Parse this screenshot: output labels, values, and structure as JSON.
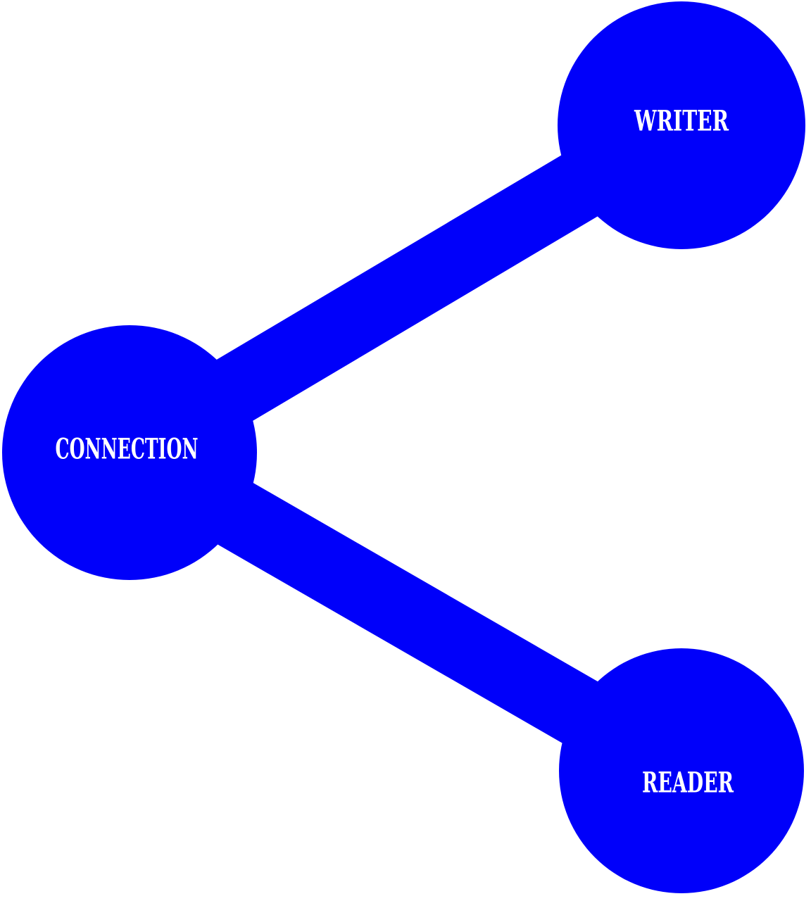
{
  "diagram": {
    "type": "network",
    "description": "Share-icon style diagram of three circular nodes connected by thick bars",
    "nodes": [
      {
        "id": "writer",
        "label": "WRITER"
      },
      {
        "id": "connection",
        "label": "CONNECTION"
      },
      {
        "id": "reader",
        "label": "READER"
      }
    ],
    "edges": [
      {
        "from": "connection",
        "to": "writer"
      },
      {
        "from": "connection",
        "to": "reader"
      }
    ]
  },
  "colors": {
    "node_fill": "#0000fa",
    "label_text": "#ffffff",
    "background": "#ffffff"
  }
}
